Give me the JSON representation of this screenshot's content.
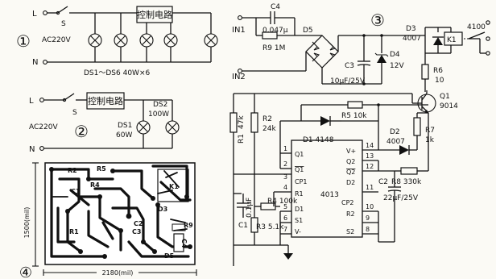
{
  "diagram1": {
    "number": "①",
    "L": "L",
    "N": "N",
    "S": "S",
    "voltage": "AC220V",
    "control": "控制电路",
    "lamps": "DS1～DS6  40W×6"
  },
  "diagram2": {
    "number": "②",
    "L": "L",
    "N": "N",
    "S": "S",
    "voltage": "AC220V",
    "control": "控制电路",
    "ds1": "DS1",
    "ds1_power": "60W",
    "ds2": "DS2",
    "ds2_power": "100W"
  },
  "diagram3": {
    "number": "③",
    "in1": "IN1",
    "in2": "IN2",
    "c4": "C4",
    "c4_val": "0.047μ",
    "r9": "R9  1M",
    "d5": "D5",
    "c3": "C3",
    "c3_val": "10μF/25V",
    "d4": "D4",
    "d4_val": "12V",
    "d3": "D3",
    "d3_val": "4007",
    "relay_val": "4100",
    "k1": "K1",
    "r6": "R6",
    "r6_val": "10",
    "q1": "Q1",
    "q1_val": "9014",
    "r5": "R5  10k",
    "r1": "R1",
    "r1_val": "47k",
    "r2": "R2",
    "r2_val": "24k",
    "d1": "D1  4148",
    "d2": "D2",
    "d2_val": "4007",
    "r7": "R7",
    "r7_val": "1k",
    "ic": "4013",
    "c2": "C2",
    "c2_val": "22μF/25V",
    "r8": "R8  330k",
    "c1": "C1",
    "c1_val": "0.1μF",
    "r4": "R4  100k",
    "r3": "R3  5.1k",
    "pins": {
      "q1": "Q1",
      "q1b": "Q1",
      "cp1": "CP1",
      "r1": "R1",
      "d1": "D1",
      "s1": "S1",
      "vminus": "V-",
      "vplus": "V+",
      "q2": "Q2",
      "q2b": "Q2",
      "d2": "D2",
      "cp2": "CP2",
      "r2": "R2",
      "s2": "S2"
    },
    "pin_numbers": {
      "p1": "1",
      "p2": "2",
      "p3": "3",
      "p4": "4",
      "p5": "5",
      "p6": "6",
      "p7": "7",
      "p14": "14",
      "p13": "13",
      "p12": "12",
      "p11": "11",
      "p10": "10",
      "p9": "9",
      "p8": "8"
    }
  },
  "diagram4": {
    "number": "④",
    "height": "1500(mil)",
    "width": "2180(mil)",
    "labels": {
      "r2": "R2",
      "r5": "R5",
      "c1": "C1",
      "r4": "R4",
      "r1": "R1",
      "c2": "C2",
      "c3": "C3",
      "d3": "D3",
      "k1": "K1",
      "r9": "R9",
      "c4": "C4",
      "d5": "D5"
    }
  }
}
